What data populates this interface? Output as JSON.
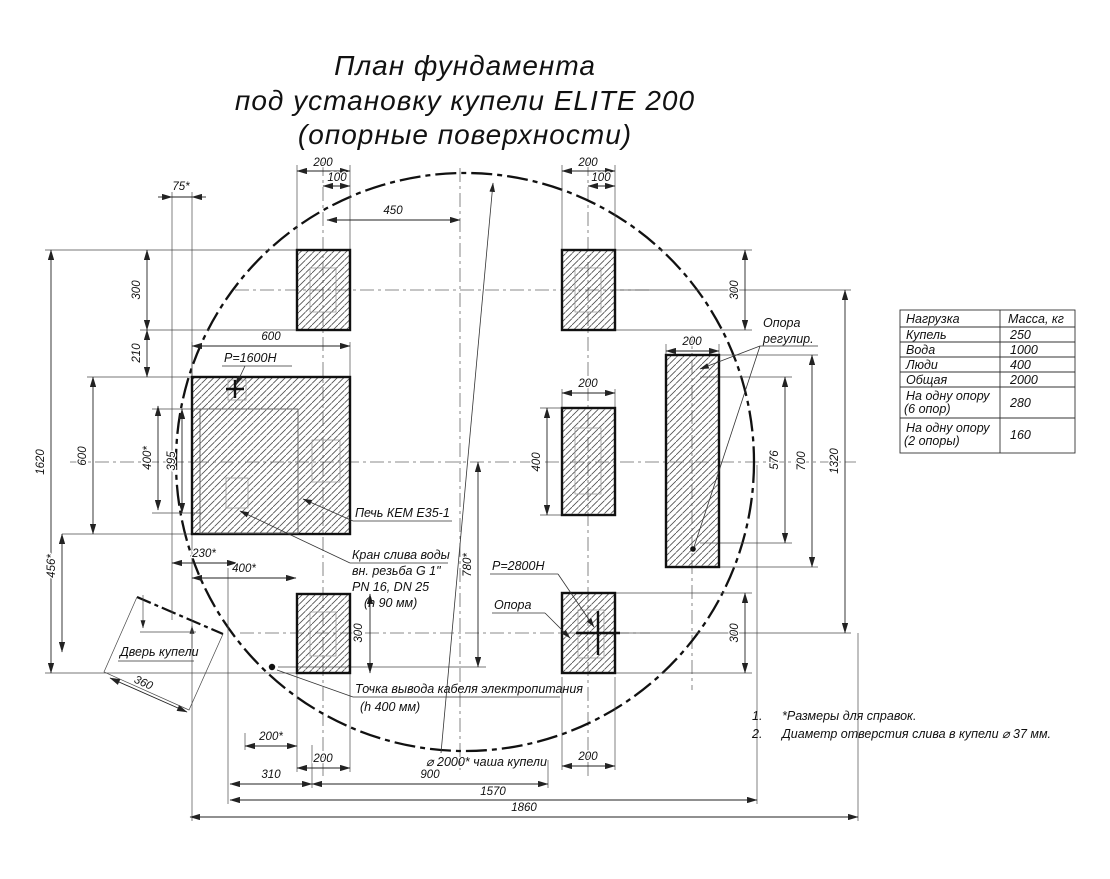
{
  "title": {
    "line1": "План фундамента",
    "line2": "под установку купели ELITE 200",
    "line3": "(опорные поверхности)"
  },
  "dims": {
    "v75": "75*",
    "v100": "100",
    "v200": "200",
    "v200s": "200*",
    "v210": "210",
    "v230": "230*",
    "v300": "300",
    "v310": "310",
    "v360": "360",
    "v395": "395",
    "v400": "400",
    "v400s": "400*",
    "v450": "450",
    "v456": "456*",
    "v576": "576",
    "v600": "600",
    "v700": "700",
    "v780": "780*",
    "v900": "900",
    "v1320": "1320",
    "v1570": "1570",
    "v1620": "1620",
    "v1860": "1860"
  },
  "labels": {
    "p1600": "P=1600H",
    "p2800": "P=2800H",
    "stove": "Печь КЕМ Е35-1",
    "drain1": "Кран слива воды",
    "drain2": "вн. резьба G 1\"",
    "drain3": "PN 16, DN 25",
    "drain4": "(h 90 мм)",
    "cable1": "Точка вывода кабеля электропитания",
    "cable2": "(h 400 мм)",
    "bowl": "⌀ 2000* чаша купели",
    "door": "Дверь купели",
    "support": "Опора",
    "support_adj1": "Опора",
    "support_adj2": "регулир.",
    "p2800_point": "+"
  },
  "table": {
    "headers": [
      "Нагрузка",
      "Масса, кг"
    ],
    "rows": [
      {
        "label": "Купель",
        "label2": "",
        "value": "250"
      },
      {
        "label": "Вода",
        "label2": "",
        "value": "1000"
      },
      {
        "label": "Люди",
        "label2": "",
        "value": "400"
      },
      {
        "label": "Общая",
        "label2": "",
        "value": "2000"
      },
      {
        "label": "На одну опору",
        "label2": "(6 опор)",
        "value": "280"
      },
      {
        "label": "На одну опору",
        "label2": "(2 опоры)",
        "value": "160"
      }
    ]
  },
  "notes": [
    {
      "num": "1.",
      "text": "*Размеры для справок."
    },
    {
      "num": "2.",
      "text": "Диаметр отверстия слива в купели ⌀ 37 мм."
    }
  ]
}
